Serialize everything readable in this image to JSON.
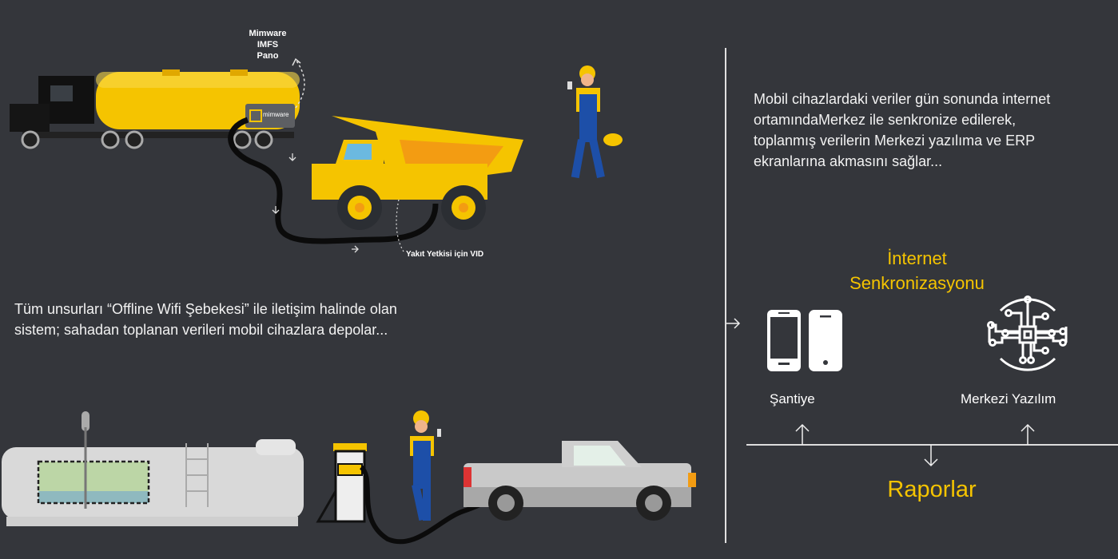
{
  "labels": {
    "pano": [
      "Mimware",
      "IMFS",
      "Pano"
    ],
    "vid": "Yakıt Yetkisi için VID",
    "brand": "mimware"
  },
  "left_text": {
    "line1": "Tüm unsurları “Offline Wifi Şebekesi” ile iletişim halinde olan",
    "line2": "sistem; sahadan toplanan verileri mobil cihazlara depolar..."
  },
  "right_text": {
    "line1": "Mobil cihazlardaki veriler gün sonunda internet",
    "line2": "ortamındaMerkez ile senkronize edilerek,",
    "line3": "toplanmış verilerin Merkezi yazılıma ve ERP",
    "line4": "ekranlarına akmasını sağlar..."
  },
  "sync": {
    "title1": "İnternet",
    "title2": "Senkronizasyonu",
    "site_label": "Şantiye",
    "central_label": "Merkezi Yazılım",
    "reports_label": "Raporlar"
  },
  "colors": {
    "background": "#34363b",
    "accent": "#f5c400",
    "text": "#ffffff"
  }
}
